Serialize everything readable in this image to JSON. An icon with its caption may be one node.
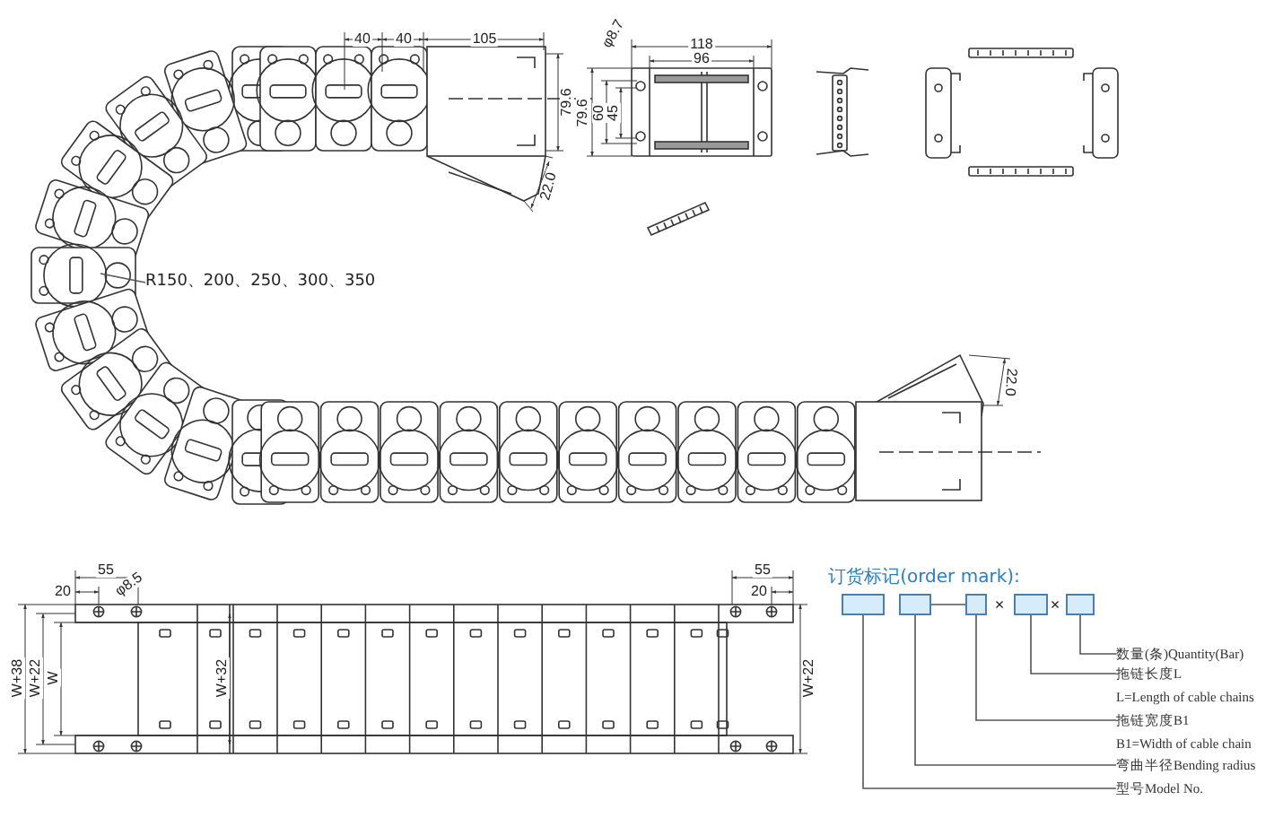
{
  "diagram": {
    "nodes": [
      {
        "text": [
          "R150、200、250、300、350"
        ]
      },
      {
        "text": [],
        "shape": "box"
      },
      {
        "text": [],
        "shape": "box"
      },
      {
        "text": [],
        "shape": "box"
      },
      {
        "text": [],
        "shape": "box"
      },
      {
        "text": [],
        "shape": "box"
      },
      {
        "text": [
          "数量(条)Quantity(Bar)"
        ]
      },
      {
        "text": [
          "拖链长度L",
          "L=Length of cable chains"
        ]
      },
      {
        "text": [
          "拖链宽度B1",
          "B1=Width of cable chain"
        ]
      },
      {
        "text": [
          "弯曲半径Bending radius"
        ]
      },
      {
        "text": [
          "型号Model No."
        ]
      }
    ],
    "edges": [
      {
        "from": 0,
        "to": null,
        "arrow": "none"
      },
      {
        "from": 2,
        "to": 3,
        "arrow": "none"
      },
      {
        "from": 5,
        "to": 6,
        "arrow": "none"
      },
      {
        "from": 4,
        "to": 7,
        "arrow": "none"
      },
      {
        "from": 3,
        "to": 8,
        "arrow": "none"
      },
      {
        "from": 2,
        "to": 9,
        "arrow": "none"
      },
      {
        "from": 1,
        "to": 10,
        "arrow": "none"
      }
    ],
    "labels": [
      "40",
      "40",
      "105",
      "φ8.7",
      "118",
      "96",
      "79.6",
      "60",
      "45",
      "79.6",
      "22.0",
      "22.0",
      "55",
      "20",
      "φ8.5",
      "W+38",
      "W+22",
      "W",
      "W+32",
      "55",
      "20",
      "W+22",
      "订货标记(order mark):",
      "×",
      "×"
    ]
  }
}
